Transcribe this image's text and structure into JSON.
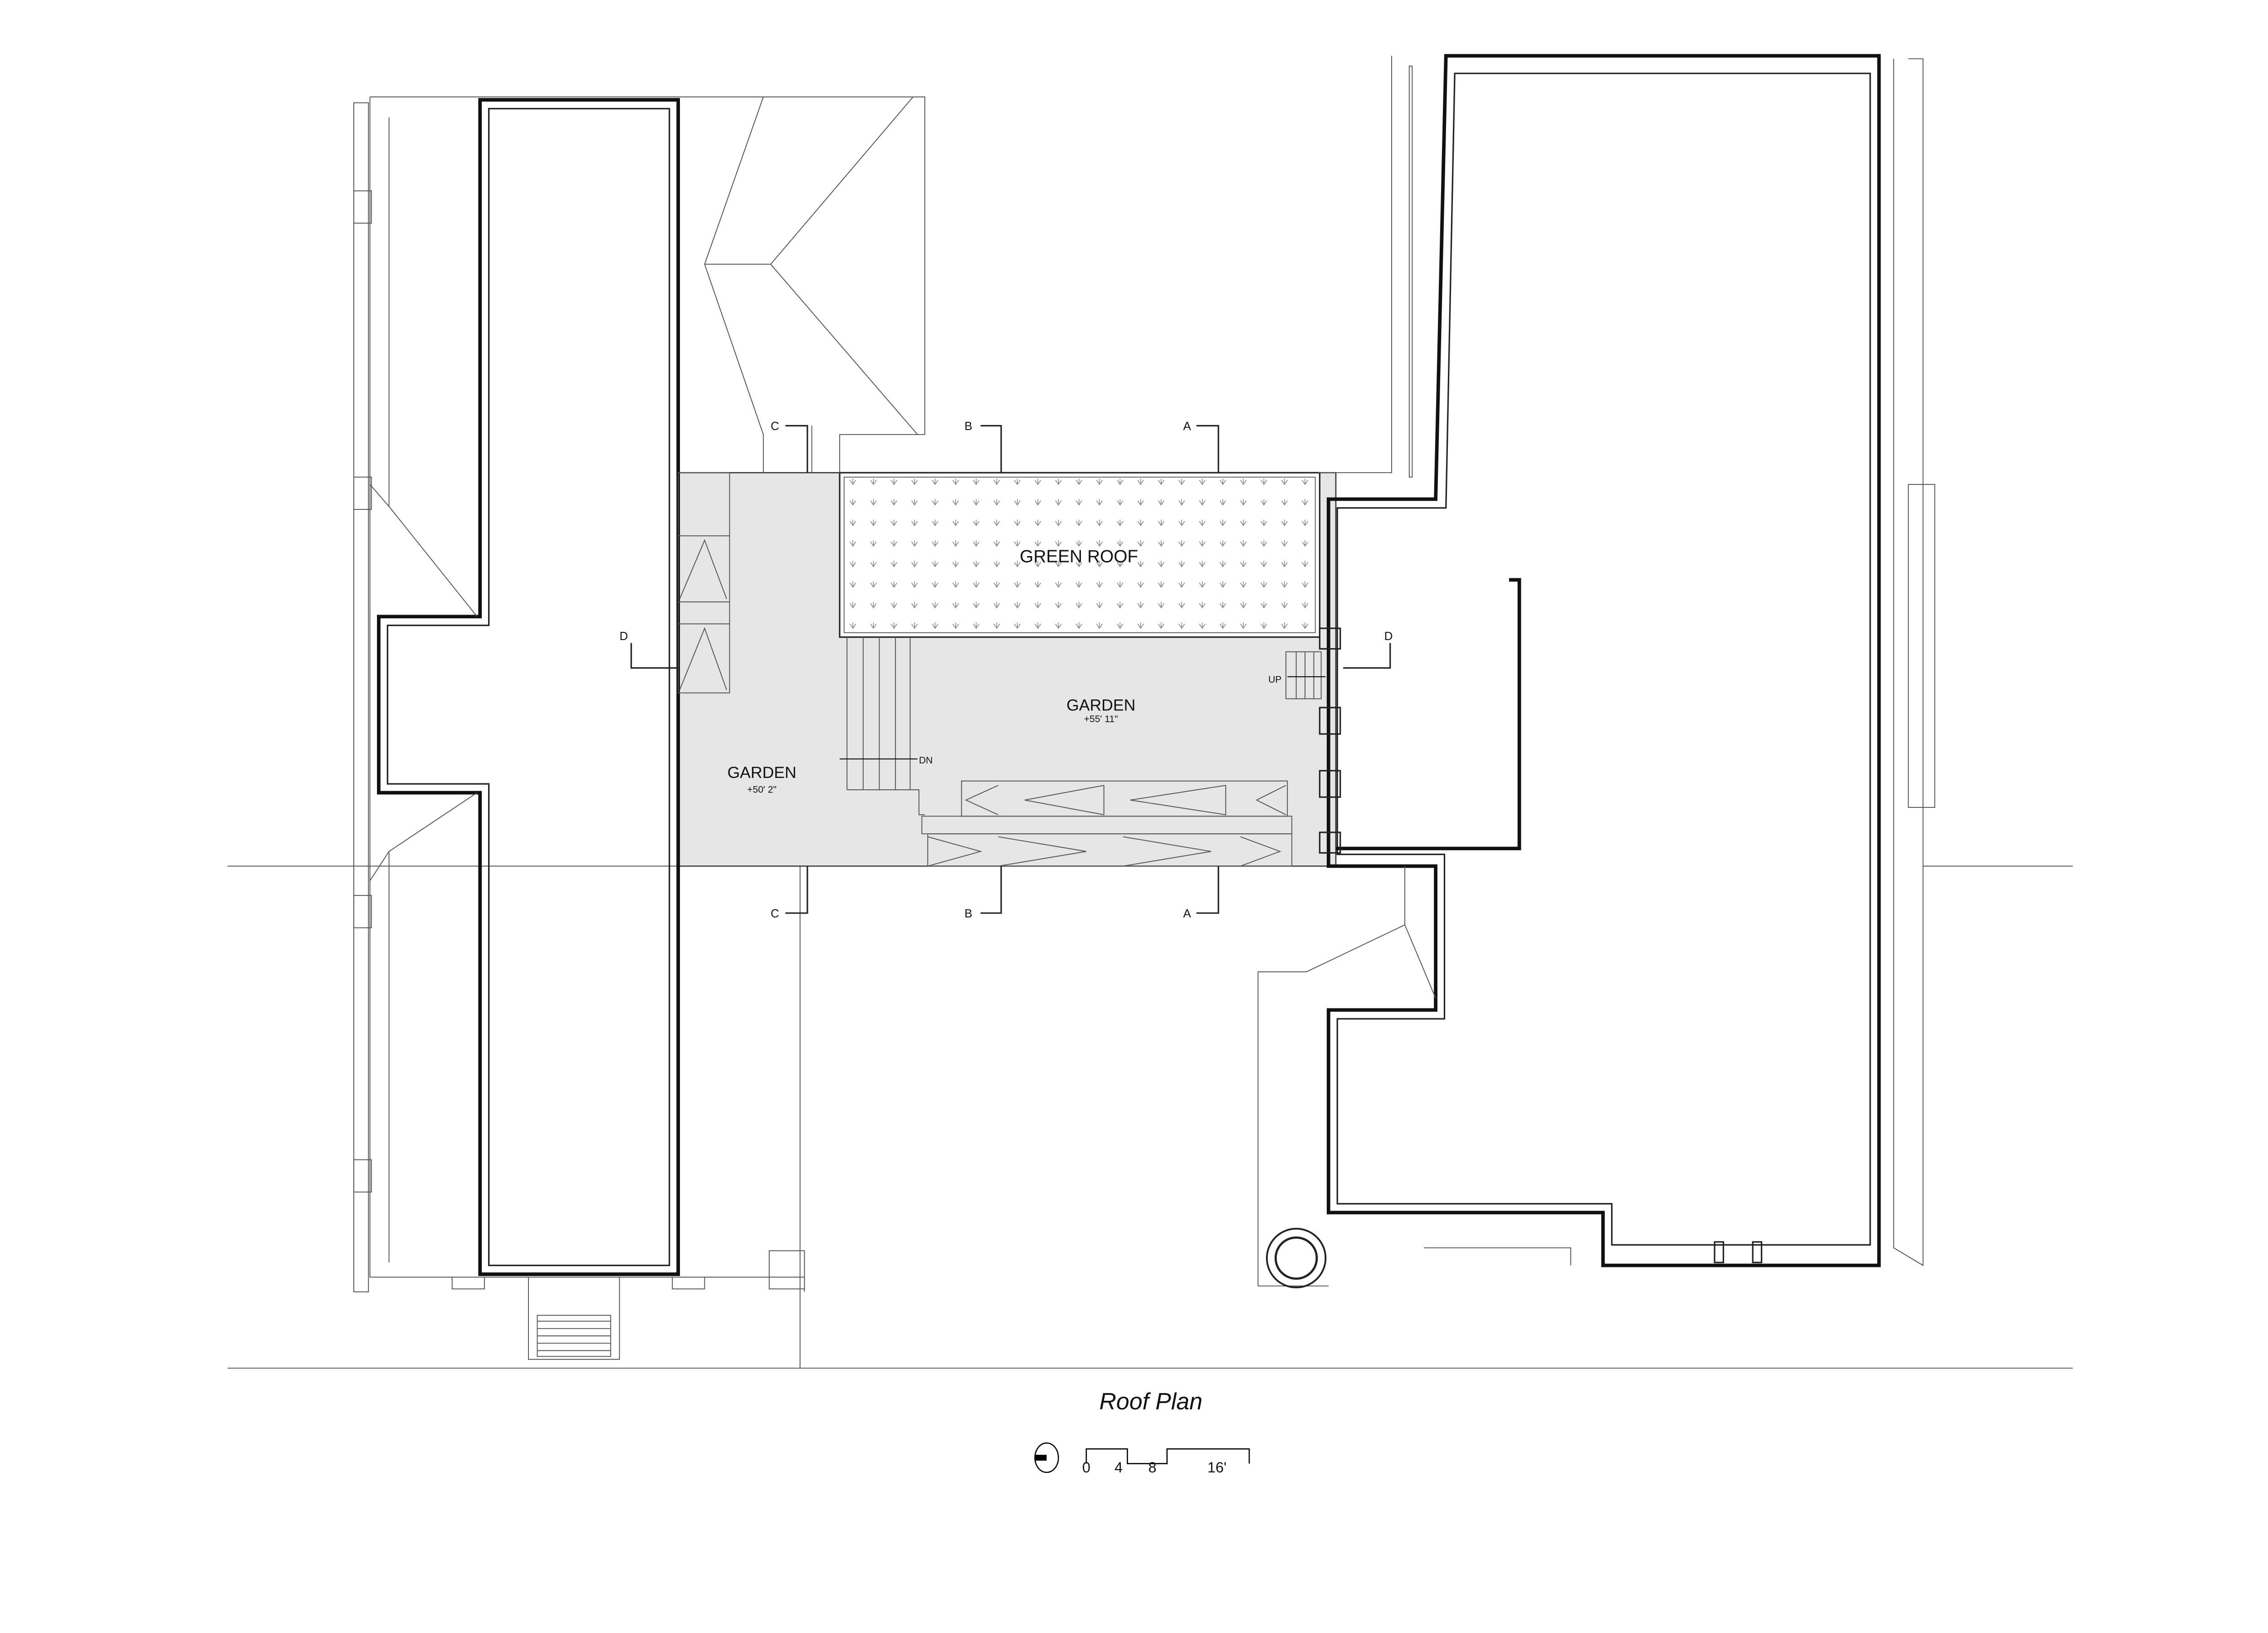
{
  "drawing": {
    "title": "Roof Plan",
    "scale_bar": {
      "ticks": [
        "0",
        "4",
        "8",
        "16'"
      ]
    },
    "rooms": {
      "green_roof": "GREEN ROOF",
      "garden_upper": {
        "name": "GARDEN",
        "elevation": "+55' 11\""
      },
      "garden_lower": {
        "name": "GARDEN",
        "elevation": "+50' 2\""
      }
    },
    "stairs": {
      "up": "UP",
      "down": "DN"
    },
    "section_markers": {
      "a": "A",
      "b": "B",
      "c": "C",
      "d": "D"
    },
    "colors": {
      "garden_fill": "#e6e6e6",
      "line": "#111111"
    }
  }
}
